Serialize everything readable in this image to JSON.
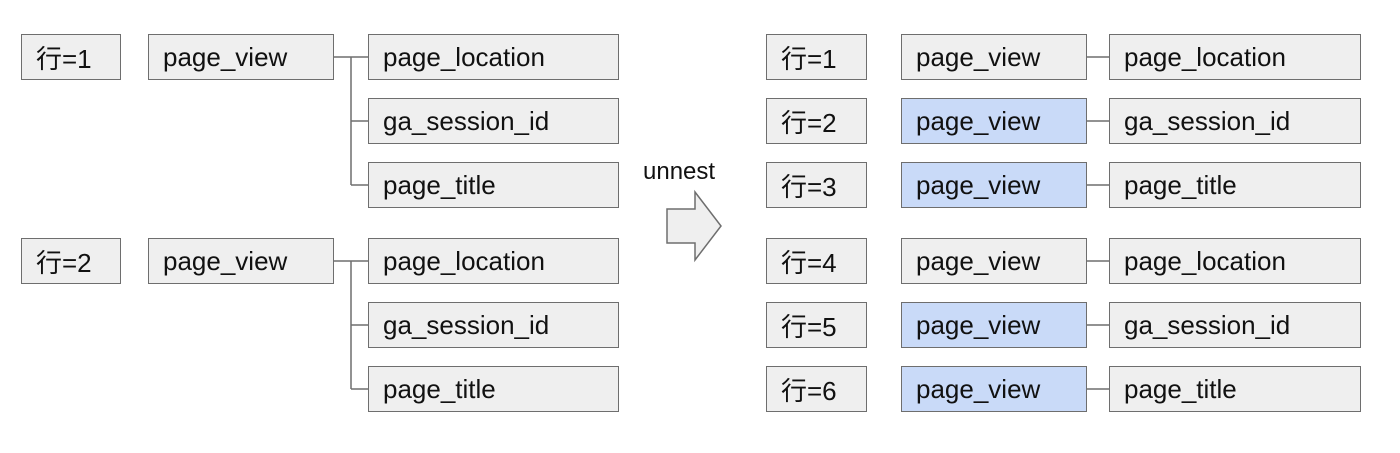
{
  "diagram": {
    "arrow_label": "unnest",
    "colors": {
      "box_fill": "#efefef",
      "highlight_fill": "#c9daf8",
      "border": "#6e6e6e"
    },
    "before": [
      {
        "row": "行=1",
        "event": "page_view",
        "params": [
          "page_location",
          "ga_session_id",
          "page_title"
        ]
      },
      {
        "row": "行=2",
        "event": "page_view",
        "params": [
          "page_location",
          "ga_session_id",
          "page_title"
        ]
      }
    ],
    "after": [
      {
        "row": "行=1",
        "event": "page_view",
        "param": "page_location",
        "highlight": false
      },
      {
        "row": "行=2",
        "event": "page_view",
        "param": "ga_session_id",
        "highlight": true
      },
      {
        "row": "行=3",
        "event": "page_view",
        "param": "page_title",
        "highlight": true
      },
      {
        "row": "行=4",
        "event": "page_view",
        "param": "page_location",
        "highlight": false
      },
      {
        "row": "行=5",
        "event": "page_view",
        "param": "ga_session_id",
        "highlight": true
      },
      {
        "row": "行=6",
        "event": "page_view",
        "param": "page_title",
        "highlight": true
      }
    ]
  }
}
